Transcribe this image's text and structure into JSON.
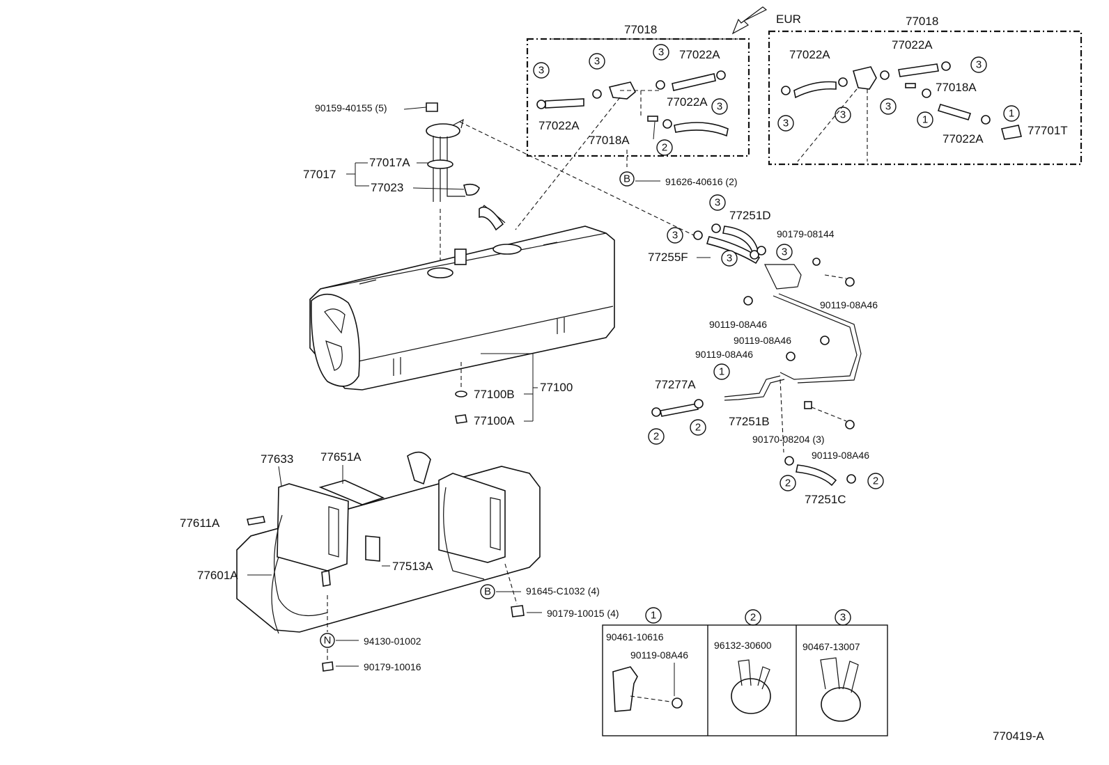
{
  "ref_code": "770419-A",
  "insets": {
    "main_box": {
      "label": "77018"
    },
    "eur_box": {
      "region": "EUR",
      "label": "77018"
    }
  },
  "parts": {
    "p77022A": "77022A",
    "p77018A": "77018A",
    "p77701T": "77701T",
    "p90159": "90159-40155 (5)",
    "p77017": "77017",
    "p77017A": "77017A",
    "p77023": "77023",
    "p91626": "91626-40616 (2)",
    "p77251D": "77251D",
    "p90179_08144": "90179-08144",
    "p77255F": "77255F",
    "p90119_08A46": "90119-08A46",
    "p77100": "77100",
    "p77100B": "77100B",
    "p77100A": "77100A",
    "p77277A": "77277A",
    "p77251B": "77251B",
    "p90170": "90170-08204 (3)",
    "p77251C": "77251C",
    "p77633": "77633",
    "p77651A": "77651A",
    "p77611A": "77611A",
    "p77513A": "77513A",
    "p77601A": "77601A",
    "p91645": "91645-C1032 (4)",
    "p90179_10015": "90179-10015 (4)",
    "p94130": "94130-01002",
    "p90179_10016": "90179-10016"
  },
  "marks": {
    "m1": "1",
    "m2": "2",
    "m3": "3",
    "mB": "B",
    "mN": "N"
  },
  "legend": {
    "col1": {
      "mark": "1",
      "part_a": "90461-10616",
      "part_b": "90119-08A46"
    },
    "col2": {
      "mark": "2",
      "part": "96132-30600"
    },
    "col3": {
      "mark": "3",
      "part": "90467-13007"
    }
  }
}
